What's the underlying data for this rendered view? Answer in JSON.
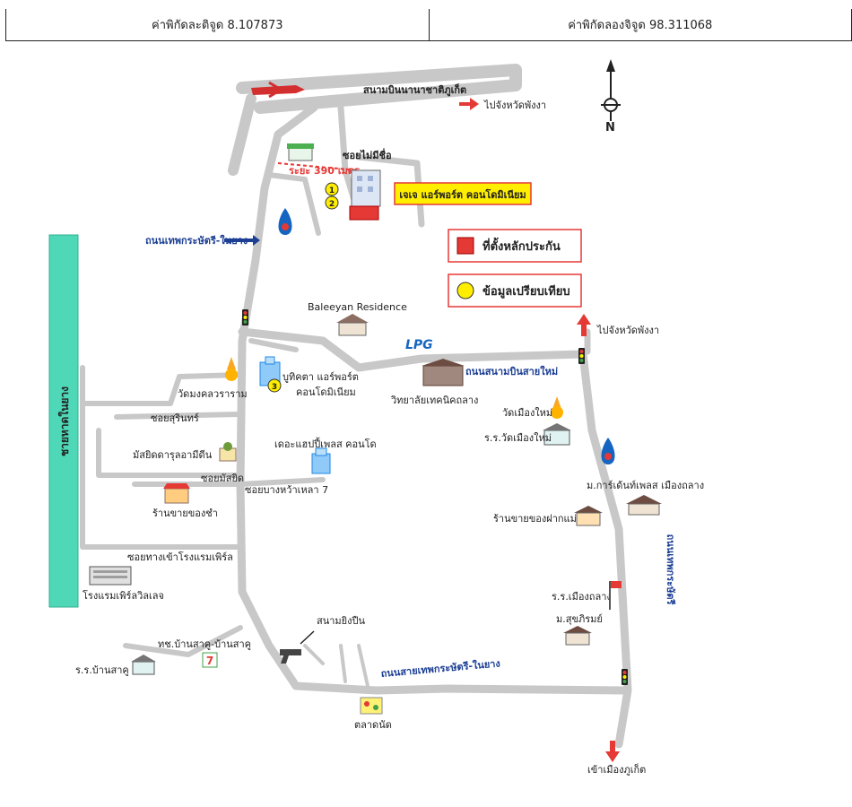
{
  "header": {
    "latitude": "ค่าพิกัดละติจูด 8.107873",
    "longitude": "ค่าพิกัดลองจิจูด 98.311068"
  },
  "compass": {
    "label": "N"
  },
  "legend": {
    "subject": "ที่ตั้งหลักประกัน",
    "comparable": "ข้อมูลเปรียบเทียบ",
    "subject_color": "#e53935",
    "comparable_color": "#ffee00"
  },
  "places": {
    "airport": "สนามบินนานาชาติภูเก็ต",
    "to_phangnga_top": "ไปจังหวัดพังงา",
    "to_phangnga_right": "ไปจังหวัดพังงา",
    "soi_unnamed": "ซอยไม่มีชื่อ",
    "distance": "ระยะ 390 เมตร",
    "subject_name": "เจเจ แอร์พอร์ต คอนโดมิเนียม",
    "road_thepkrasattri_top": "ถนนเทพกระษัตรี-ในยาง",
    "baleeyan": "Baleeyan Residence",
    "lpg": "LPG",
    "new_airport_road": "ถนนสนามบินสายใหม่",
    "tech_college": "วิทยาลัยเทคนิคถลาง",
    "wat_mongkhon": "วัดมงคลวราราม",
    "boutique_1": "บูทิคตา แอร์พอร์ต",
    "boutique_2": "คอนโดมิเนียม",
    "soi_surin": "ซอยสุรินทร์",
    "beach": "ชายหาดในยาง",
    "mosque": "มัสยิดดารุลอามีดีน",
    "soi_masjid": "ซอยมัสยิด",
    "soi_bangwa": "ซอยบางหว้าเหลา 7",
    "peoples_condo": "เดอะแฮปปี้เพลส คอนโด",
    "grocery": "ร้านขายของชำ",
    "wat_mueang_mai": "วัดเมืองใหม่",
    "school_mueang_mai": "ร.ร.วัดเมืองใหม่",
    "garden_home": "ม.การ์เด้นท์เพลส เมืองถลาง",
    "souvenir": "ร้านขายของฝากแม่รู้",
    "soi_hotel": "ซอยทางเข้าโรงแรมเพิร์ล",
    "hotel": "โรงแรมเพิร์ลวิลเลจ",
    "road_thepkrasattri_right": "ถนนเทพกระษัตรี",
    "school_mueang_thalang": "ร.ร.เมืองถลาง",
    "village_sukhirom": "ม.สุขภิรมย์",
    "shooting_range": "สนามยิงปืน",
    "road_ban_sakhu": "ทช.บ้านสาคู-บ้านสาคู",
    "school_ban_sakhu": "ร.ร.บ้านสาคู",
    "seven_eleven": "7",
    "road_thepkrasattri_bottom": "ถนนสายเทพกระษัตรี-ในยาง",
    "market": "ตลาดนัด",
    "to_phuket": "เข้าเมืองภูเก็ต"
  },
  "markers": {
    "m1": "1",
    "m2": "2",
    "m3": "3"
  }
}
